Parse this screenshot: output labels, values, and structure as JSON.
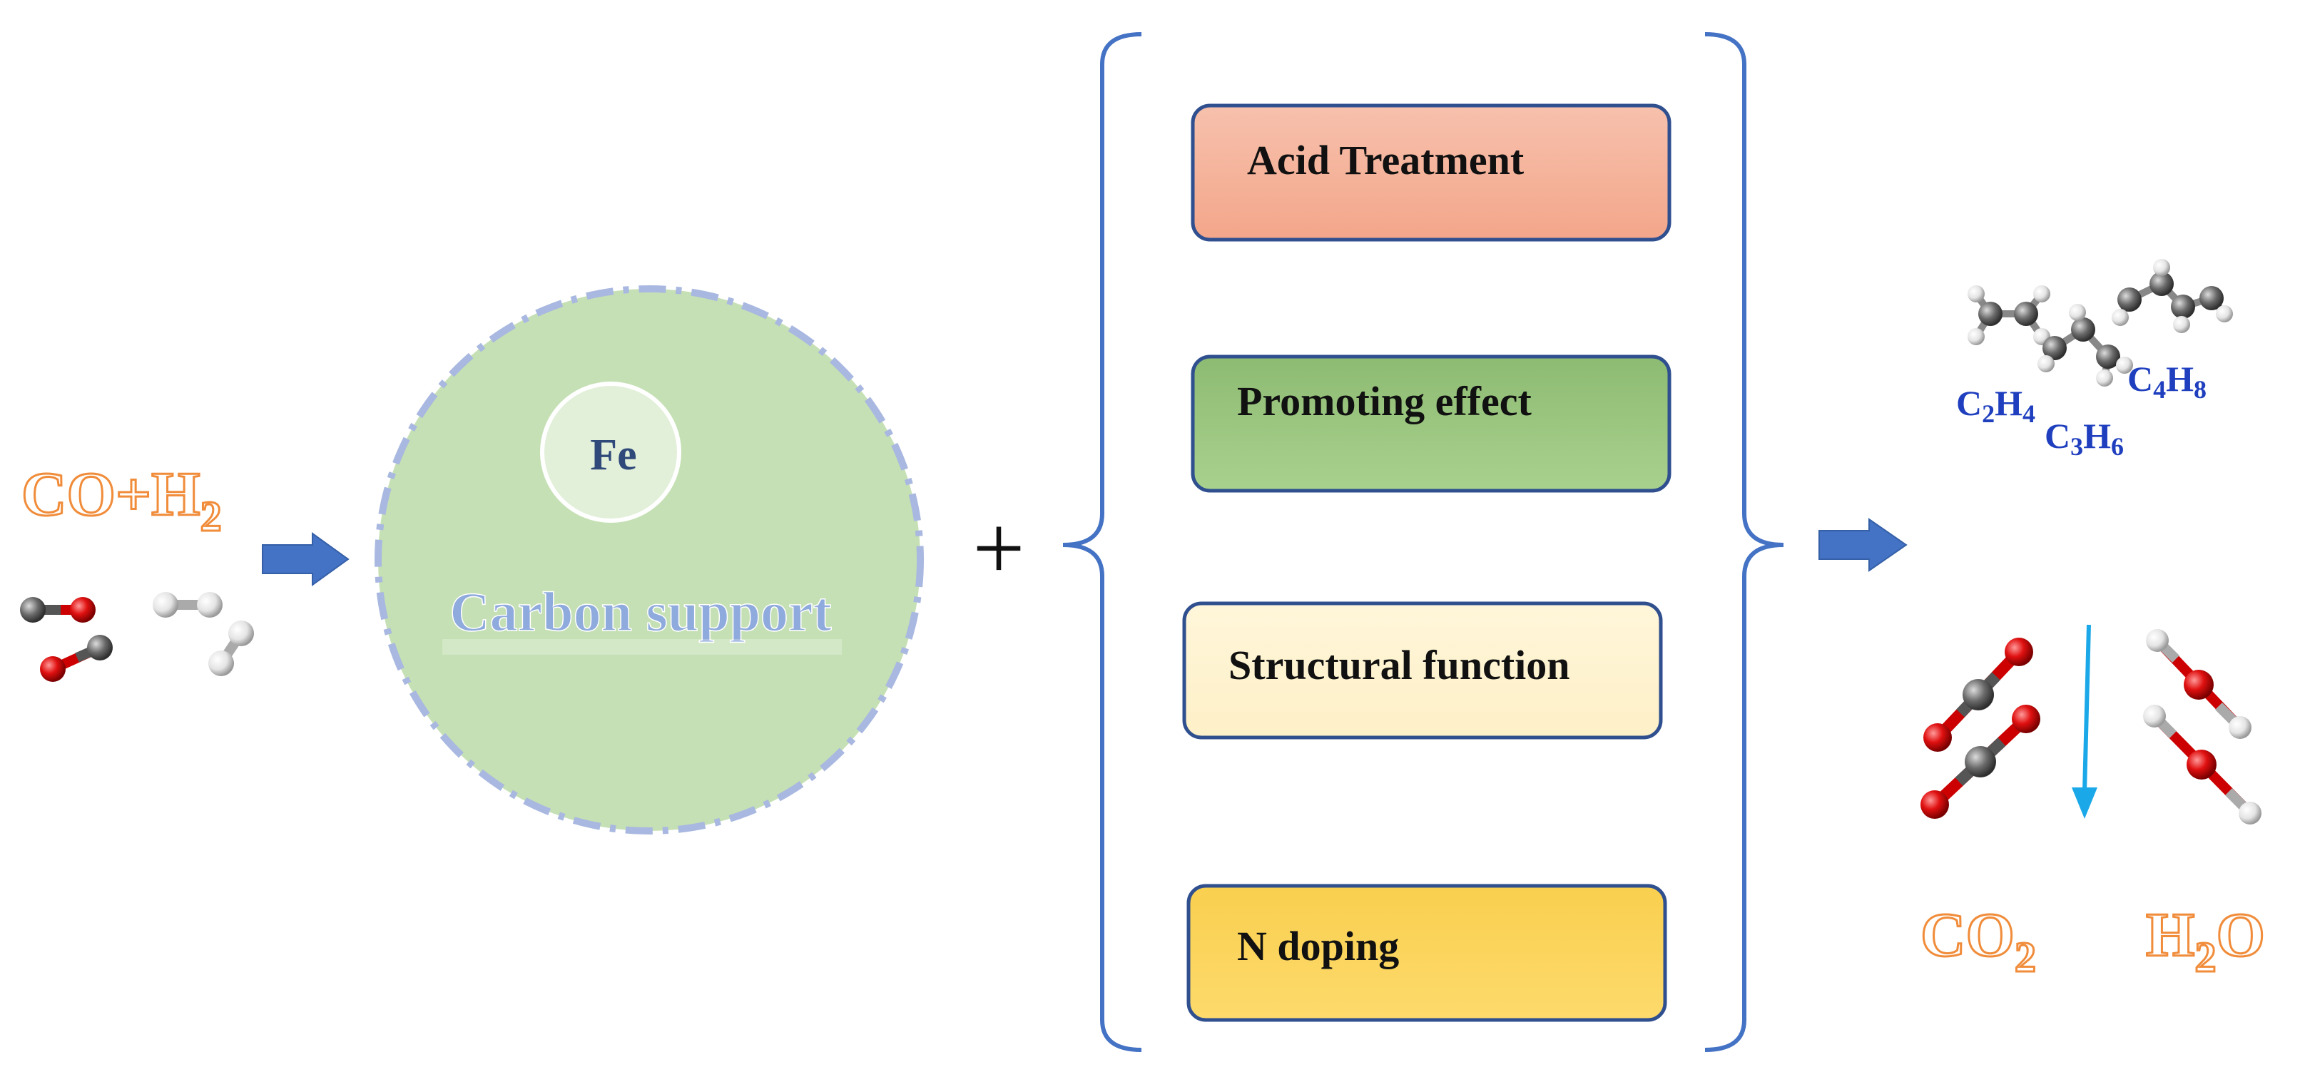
{
  "reactants": {
    "formula_main": "CO+H",
    "formula_sub": "2"
  },
  "catalyst": {
    "metal_label": "Fe",
    "support_label": "Carbon support"
  },
  "plus_sign": "+",
  "strategies": [
    {
      "label": "Acid Treatment",
      "color": "#F3A98F"
    },
    {
      "label": "Promoting effect",
      "color": "#A8D08D"
    },
    {
      "label": "Structural function",
      "color": "#FEF2CC"
    },
    {
      "label": "N doping",
      "color": "#FDD966"
    }
  ],
  "olefins": [
    {
      "base1": "C",
      "n1": "2",
      "base2": "H",
      "n2": "4"
    },
    {
      "base1": "C",
      "n1": "3",
      "base2": "H",
      "n2": "6"
    },
    {
      "base1": "C",
      "n1": "4",
      "base2": "H",
      "n2": "8"
    }
  ],
  "byproducts": {
    "co2": {
      "base": "CO",
      "sub": "2",
      "tail": ""
    },
    "h2o": {
      "base": "H",
      "sub": "2",
      "tail": "O"
    }
  },
  "colors": {
    "orange_text": "#F08C3A",
    "blue_arrow": "#4472C4",
    "bracket": "#4472C4",
    "box_border": "#2F4F8F",
    "olefin_text": "#1F3FBF",
    "down_arrow": "#1BA8E8",
    "circle_fill": "#C5E0B4",
    "circle_border": "#A9B8E0",
    "fe_fill": "#E2EFD9",
    "fe_text": "#2F4A7A",
    "support_text": "#8FAADC"
  }
}
